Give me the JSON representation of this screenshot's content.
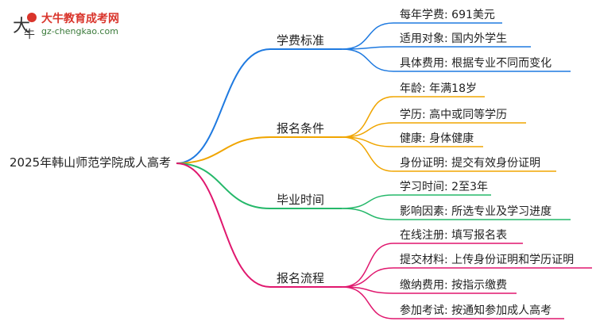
{
  "logo": {
    "title": "大牛教育成考网",
    "url": "gz-chengkao.com",
    "icon": "cow-character-icon"
  },
  "root": {
    "label": "2025年韩山师范学院成人高考"
  },
  "branches": [
    {
      "label": "学费标准",
      "color": "#1f7ae0",
      "items": [
        "每年学费: 691美元",
        "适用对象: 国内外学生",
        "具体费用: 根据专业不同而变化"
      ]
    },
    {
      "label": "报名条件",
      "color": "#f0a500",
      "items": [
        "年龄: 年满18岁",
        "学历: 高中或同等学历",
        "健康: 身体健康",
        "身份证明: 提交有效身份证明"
      ]
    },
    {
      "label": "毕业时间",
      "color": "#25b86a",
      "items": [
        "学习时间: 2至3年",
        "影响因素: 所选专业及学习进度"
      ]
    },
    {
      "label": "报名流程",
      "color": "#e0176e",
      "items": [
        "在线注册: 填写报名表",
        "提交材料: 上传身份证明和学历证明",
        "缴纳费用: 按指示缴费",
        "参加考试: 按通知参加成人高考"
      ]
    }
  ]
}
